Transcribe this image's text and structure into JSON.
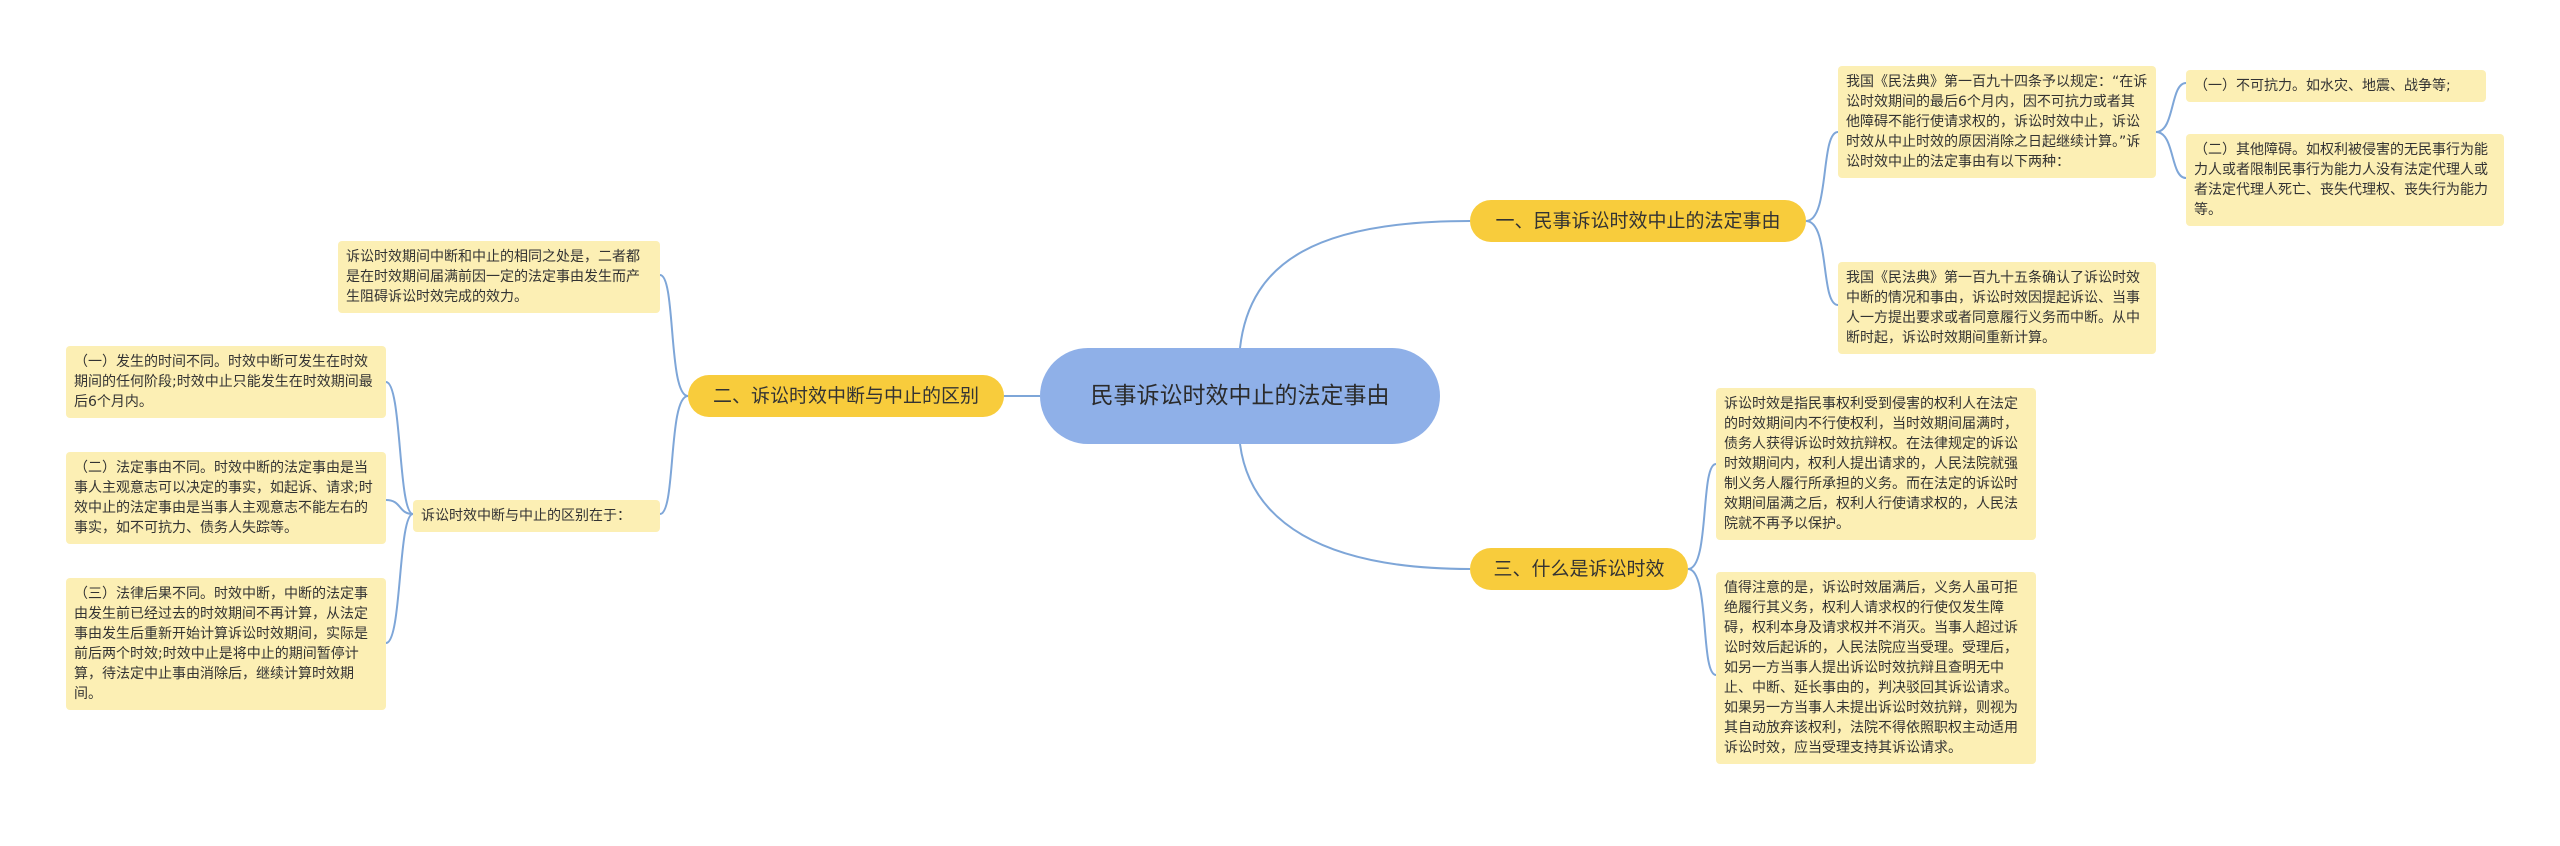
{
  "root": "民事诉讼时效中止的法定事由",
  "branches": {
    "b1": {
      "label": "一、民事诉讼时效中止的法定事由",
      "notes": {
        "n1": "我国《民法典》第一百九十四条予以规定：“在诉讼时效期间的最后6个月内，因不可抗力或者其他障碍不能行使请求权的，诉讼时效中止，诉讼时效从中止时效的原因消除之日起继续计算。”诉讼时效中止的法定事由有以下两种：",
        "n1a": "（一）不可抗力。如水灾、地震、战争等;",
        "n1b": "（二）其他障碍。如权利被侵害的无民事行为能力人或者限制民事行为能力人没有法定代理人或者法定代理人死亡、丧失代理权、丧失行为能力等。",
        "n2": "我国《民法典》第一百九十五条确认了诉讼时效中断的情况和事由，诉讼时效因提起诉讼、当事人一方提出要求或者同意履行义务而中断。从中断时起，诉讼时效期间重新计算。"
      }
    },
    "b2": {
      "label": "二、诉讼时效中断与中止的区别",
      "notes": {
        "n1": "诉讼时效期间中断和中止的相同之处是，二者都是在时效期间届满前因一定的法定事由发生而产生阻碍诉讼时效完成的效力。",
        "n2": "诉讼时效中断与中止的区别在于：",
        "n2a": "（一）发生的时间不同。时效中断可发生在时效期间的任何阶段;时效中止只能发生在时效期间最后6个月内。",
        "n2b": "（二）法定事由不同。时效中断的法定事由是当事人主观意志可以决定的事实，如起诉、请求;时效中止的法定事由是当事人主观意志不能左右的事实，如不可抗力、债务人失踪等。",
        "n2c": "（三）法律后果不同。时效中断，中断的法定事由发生前已经过去的时效期间不再计算，从法定事由发生后重新开始计算诉讼时效期间，实际是前后两个时效;时效中止是将中止的期间暂停计算，待法定中止事由消除后，继续计算时效期间。"
      }
    },
    "b3": {
      "label": "三、什么是诉讼时效",
      "notes": {
        "n1": "诉讼时效是指民事权利受到侵害的权利人在法定的时效期间内不行使权利，当时效期间届满时，债务人获得诉讼时效抗辩权。在法律规定的诉讼时效期间内，权利人提出请求的，人民法院就强制义务人履行所承担的义务。而在法定的诉讼时效期间届满之后，权利人行使请求权的，人民法院就不再予以保护。",
        "n2": "值得注意的是，诉讼时效届满后，义务人虽可拒绝履行其义务，权利人请求权的行使仅发生障碍，权利本身及请求权并不消灭。当事人超过诉讼时效后起诉的，人民法院应当受理。受理后，如另一方当事人提出诉讼时效抗辩且查明无中止、中断、延长事由的，判决驳回其诉讼请求。如果另一方当事人未提出诉讼时效抗辩，则视为其自动放弃该权利，法院不得依照职权主动适用诉讼时效，应当受理支持其诉讼请求。"
      }
    }
  }
}
